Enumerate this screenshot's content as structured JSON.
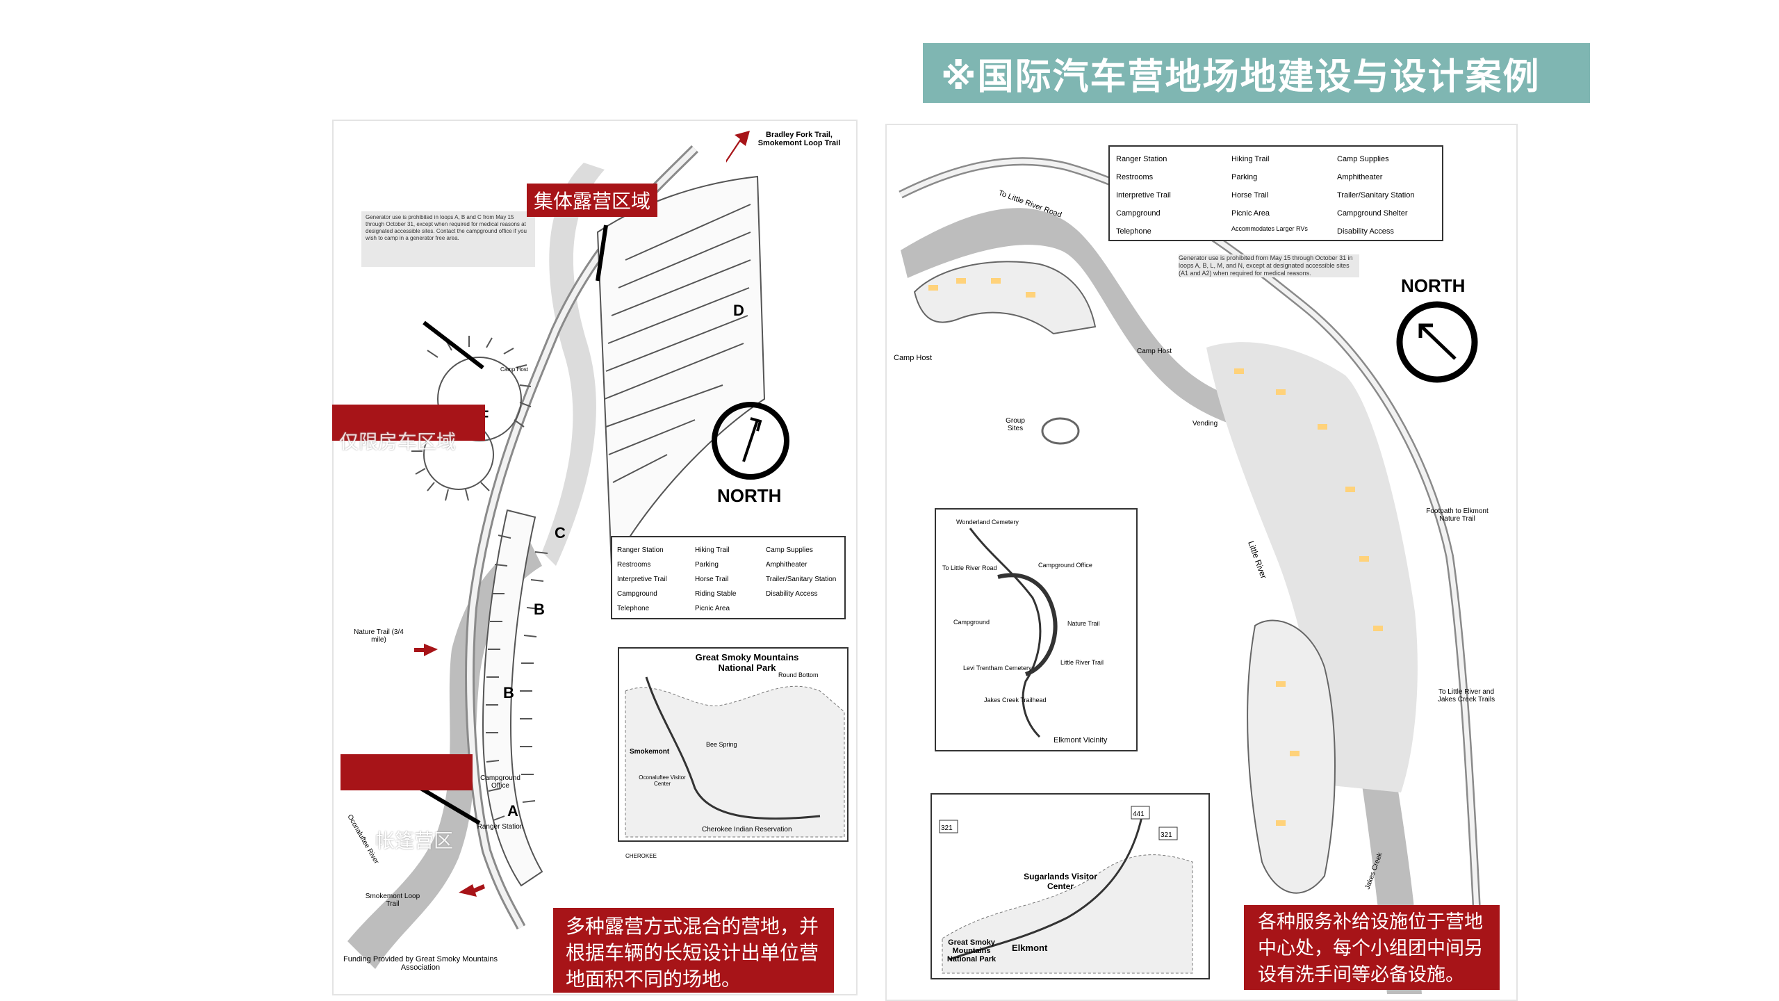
{
  "title": "※国际汽车营地场地建设与设计案例",
  "colors": {
    "title_bg": "#7fb6b2",
    "callout_bg": "#a71418",
    "road": "#d8d8d8",
    "site_fill": "#ffd27a"
  },
  "left_map": {
    "callouts": {
      "group_camp": "集体露营区域",
      "rv_limited": "仅限房车区域",
      "tent_only": "帐篷营区",
      "summary": "多种露营方式混合的营地，并根据车辆的长短设计出单位营地面积不同的场地。"
    },
    "notice": "Generator use is prohibited in loops A, B and C from May 15 through October 31, except when required for medical reasons at designated accessible sites. Contact the campground office if you wish to camp in a generator free area.",
    "trail_top": "Bradley Fork Trail, Smokemont Loop Trail",
    "loops": [
      "D",
      "F",
      "C",
      "B",
      "B",
      "A"
    ],
    "north": "NORTH",
    "nature_trail": "Nature Trail (3/4 mile)",
    "campground_office": "Campground Office",
    "ranger_station": "Ranger Station",
    "camp_host": "Camp Host",
    "river": "Oconaluftee River",
    "smokemont_trail": "Smokemont Loop Trail",
    "funding": "Funding Provided by Great Smoky Mountains Association",
    "legend": [
      "Ranger Station",
      "Hiking Trail",
      "Camp Supplies",
      "Restrooms",
      "Parking",
      "Amphitheater",
      "Interpretive Trail",
      "Horse Trail",
      "Trailer/Sanitary Station",
      "Campground",
      "Riding Stable",
      "Disability Access",
      "Telephone",
      "Picnic Area",
      ""
    ],
    "inset": {
      "title": "Great Smoky Mountains National Park",
      "smokemont": "Smokemont",
      "visitor_center": "Oconaluftee Visitor Center",
      "reservation": "Cherokee Indian Reservation",
      "cherokee": "CHEROKEE",
      "round_bottom": "Round Bottom",
      "sites": "Bee Spring"
    }
  },
  "right_map": {
    "callout": "各种服务补给设施位于营地中心处，每个小组团中间另设有洗手间等必备设施。",
    "legend": [
      "Ranger Station",
      "Hiking Trail",
      "Camp Supplies",
      "Restrooms",
      "Parking",
      "Amphitheater",
      "Interpretive Trail",
      "Horse Trail",
      "Trailer/Sanitary Station",
      "Campground",
      "Picnic Area",
      "Campground Shelter",
      "Telephone",
      "Accommodates Larger RVs",
      "Disability Access"
    ],
    "notice": "Generator use is prohibited from May 15 through October 31 in loops A, B, L, M, and N, except at designated accessible sites (A1 and A2) when required for medical reasons.",
    "north": "NORTH",
    "road_label": "To Little River Road",
    "camp_host_left": "Camp Host",
    "camp_host_mid": "Camp Host",
    "group_sites": "Group Sites",
    "vending": "Vending",
    "river": "Little River",
    "footpath": "Footpath to Elkmont Nature Trail",
    "to_trails": "To Little River and Jakes Creek Trails",
    "jakes": "Jakes Creek",
    "vicinity": {
      "title": "Elkmont Vicinity",
      "labels": [
        "Wonderland Cemetery",
        "To Little River Road",
        "Campground Office",
        "Campground",
        "Nature Trail",
        "Levi Trentham Cemetery",
        "Little River Trail",
        "Jakes Creek Trailhead"
      ]
    },
    "regional": {
      "route_441": "441",
      "route_321": "321",
      "sugarlands": "Sugarlands Visitor Center",
      "park": "Great Smoky Mountains National Park",
      "elkmont": "Elkmont"
    }
  }
}
